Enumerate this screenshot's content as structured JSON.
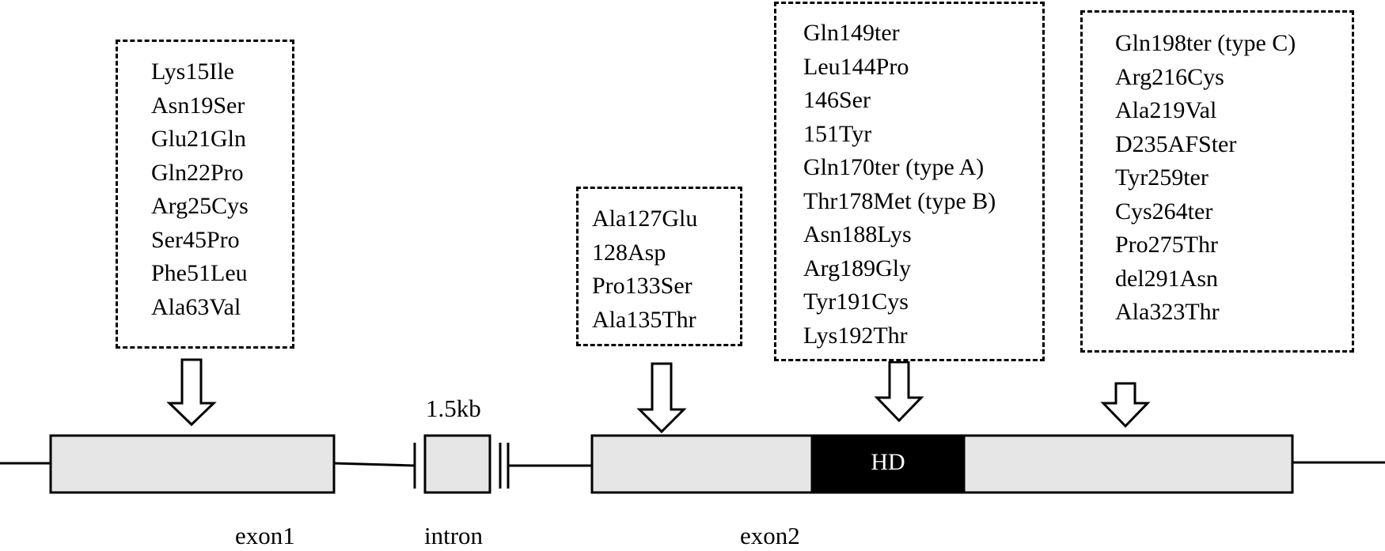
{
  "mutation_groups": [
    {
      "items": [
        "Lys15Ile",
        "Asn19Ser",
        "Glu21Gln",
        "Gln22Pro",
        "Arg25Cys",
        "Ser45Pro",
        "Phe51Leu",
        "Ala63Val"
      ]
    },
    {
      "items": [
        "Ala127Glu",
        "128Asp",
        "Pro133Ser",
        "Ala135Thr"
      ]
    },
    {
      "items": [
        "Gln149ter",
        "Leu144Pro",
        "146Ser",
        "151Tyr",
        "Gln170ter (type A)",
        "Thr178Met (type B)",
        "Asn188Lys",
        "Arg189Gly",
        "Tyr191Cys",
        "Lys192Thr"
      ]
    },
    {
      "items": [
        "Gln198ter (type C)",
        "Arg216Cys",
        "Ala219Val",
        "D235AFSter",
        "Tyr259ter",
        "Cys264ter",
        "Pro275Thr",
        "del291Asn",
        "Ala323Thr"
      ]
    }
  ],
  "gene": {
    "exon1_label": "exon1",
    "intron_label": "intron",
    "intron_size": "1.5kb",
    "exon2_label": "exon2",
    "domain_label": "HD"
  },
  "colors": {
    "exon_fill": "#e6e6e6",
    "domain_fill": "#000000",
    "line": "#000000"
  }
}
